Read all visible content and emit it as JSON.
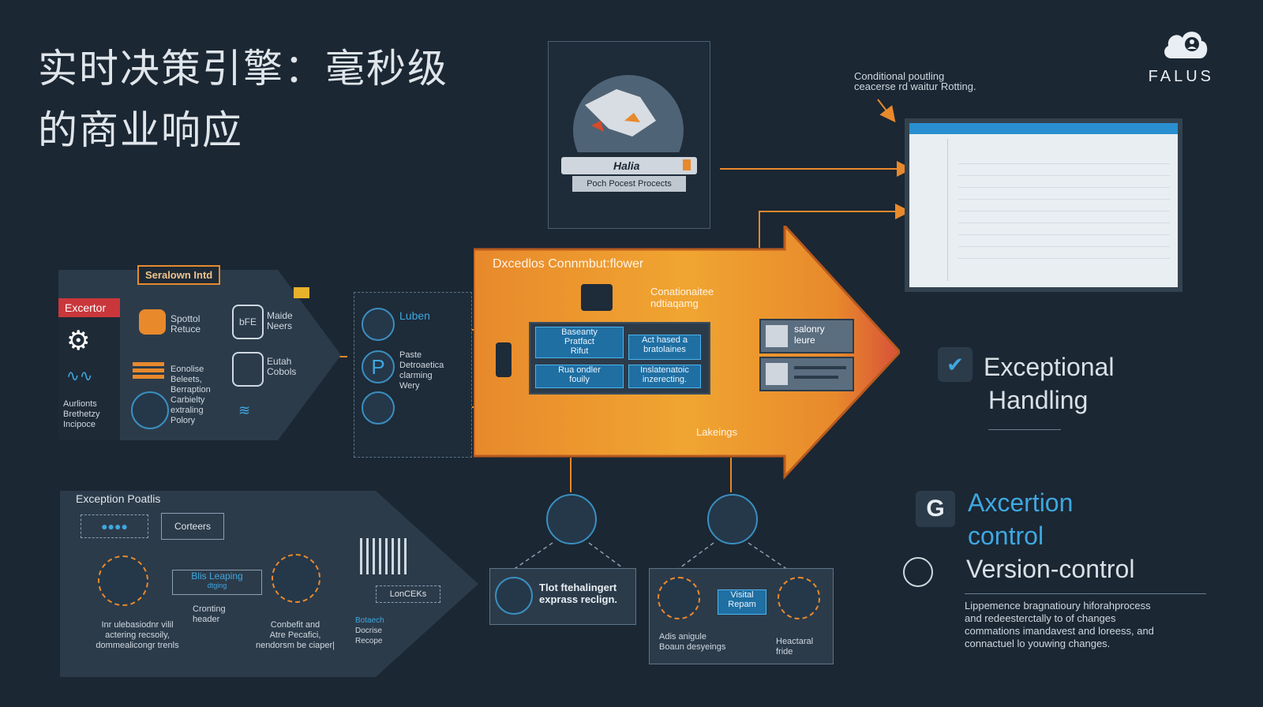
{
  "title": {
    "line1": "实时决策引擎：毫秒级",
    "line2": "的商业响应"
  },
  "brand": {
    "name": "FALUS",
    "icon": "cloud-user-icon"
  },
  "top_note": {
    "line1": "Conditional poutling",
    "line2": "ceacerse rd waitur Rotting."
  },
  "hub": {
    "label": "Halia",
    "caption": "Poch Pocest Procects"
  },
  "left_panel": {
    "tag": "Seralown Intd",
    "red_tag": "Excertor",
    "items": [
      {
        "text1": "Spottol",
        "text2": "Retuce"
      },
      {
        "text1": "Eonolise",
        "text2": "Beleets,",
        "text3": "Berraption",
        "text4": "Carbielty",
        "text5": "extraling",
        "text6": "Polory"
      },
      {
        "text1": "Maide",
        "text2": "Neers"
      },
      {
        "text1": "Eutah",
        "text2": "Cobols"
      }
    ],
    "side_caption": {
      "line1": "Aurlionts",
      "line2": "Brethetzy",
      "line3": "Incipoce"
    }
  },
  "mid_panel": {
    "label1": "Luben",
    "label2": {
      "l1": "Paste",
      "l2": "Detroaetica",
      "l3": "clarming",
      "l4": "Wery"
    }
  },
  "main_arrow": {
    "title": "Dxcedlos Connmbut:flower",
    "note": {
      "l1": "Conationaitee",
      "l2": "ndtiaqamg"
    },
    "cells": [
      {
        "l1": "Baseanty",
        "l2": "Pratfact",
        "l3": "Rifut"
      },
      {
        "l1": "Act hased a",
        "l2": "bratolaines"
      },
      {
        "l1": "Rua ondler",
        "l2": "fouily"
      },
      {
        "l1": "Inslatenatoic",
        "l2": "inzerecting."
      }
    ],
    "right_card": {
      "l1": "salonry",
      "l2": "leure"
    },
    "bottom_label": "Lakeings"
  },
  "right_items": {
    "exceptional": {
      "l1": "Exceptional",
      "l2": "Handling"
    },
    "axcertion": {
      "l1": "Axcertion",
      "l2": "control"
    },
    "version": "Version-control",
    "para": {
      "l1": "Lippemence bragnatioury hiforahprocess",
      "l2": "and redeesterctally to of changes",
      "l3": "commations imandavest and loreess, and",
      "l4": "connactuel lo youwing changes."
    }
  },
  "exception_panel": {
    "title": "Exception Poatlis",
    "box1": "Corteers",
    "box2": {
      "l1": "Blis Leaping",
      "l2": "dtging"
    },
    "cap_left": {
      "l1": "Inr ulebasiodnr vilil",
      "l2": "actering recsoily,",
      "l3": "dommealicongr trenls"
    },
    "cap_mid": {
      "l1": "Cronting",
      "l2": "header"
    },
    "cap_right": {
      "l1": "Conbefit and",
      "l2": "Atre Pecafici,",
      "l3": "nendorsm be ciaper|"
    },
    "lonceks": "LonCEKs",
    "search": {
      "l1": "Botaech",
      "l2": "Docrise",
      "l3": "Recope"
    }
  },
  "bottom_boxes": {
    "box1": {
      "l1": "Tlot ftehalingert",
      "l2": "exprass reclign."
    },
    "box2": {
      "btn": {
        "l1": "Visital",
        "l2": "Repam"
      },
      "cap_left": {
        "l1": "Adis anigule",
        "l2": "Boaun desyeings"
      },
      "cap_right": {
        "l1": "Heactaral",
        "l2": "fride"
      }
    }
  },
  "colors": {
    "bg": "#1b2733",
    "accent_blue": "#3fa7e0",
    "accent_orange": "#e8892c",
    "panel": "#2c3b4a"
  }
}
